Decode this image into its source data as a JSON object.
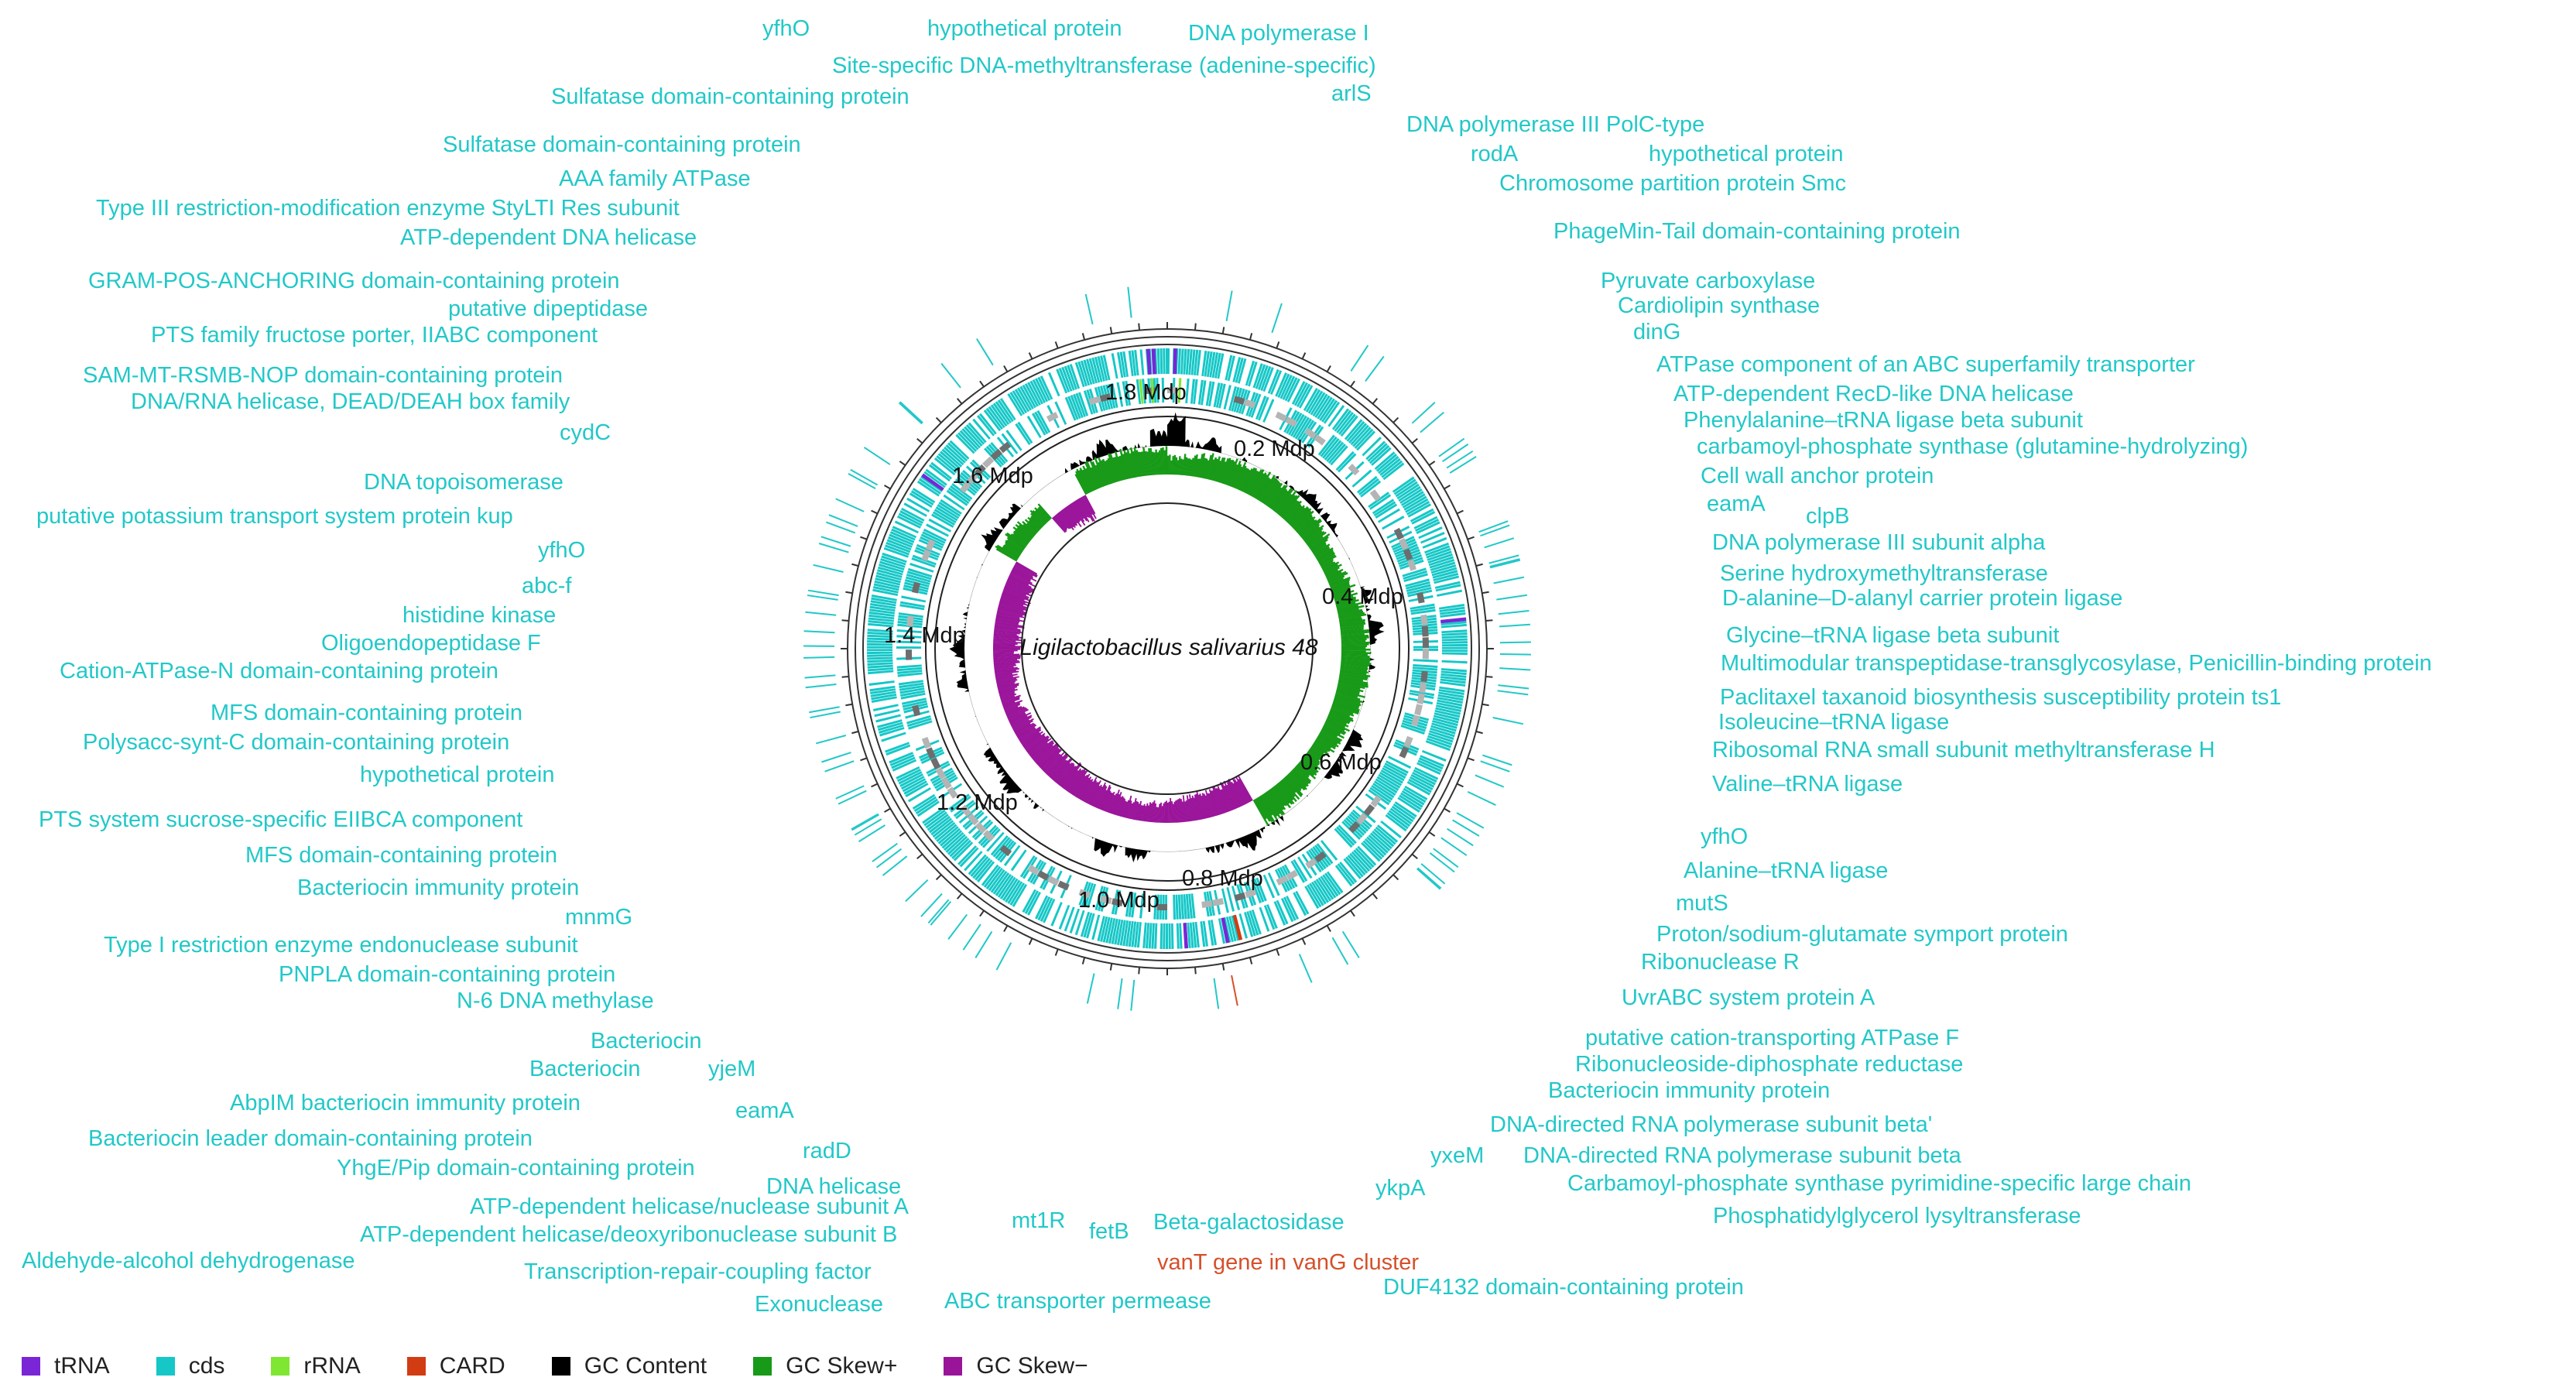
{
  "title": "Ligilactobacillus salivarius 48",
  "colors": {
    "tRNA": "#7a25d6",
    "cds": "#15c7c7",
    "rRNA": "#7fe631",
    "CARD": "#d23c12",
    "gc_content": "#000000",
    "gc_skew_pos": "#179a17",
    "gc_skew_neg": "#9a149a",
    "label_cds": "#22c8c8",
    "label_card": "#d5502a",
    "ring_grey": "#9a9a9a"
  },
  "legend": [
    {
      "label": "tRNA",
      "color": "#7a25d6"
    },
    {
      "label": "cds",
      "color": "#15c7c7"
    },
    {
      "label": "rRNA",
      "color": "#7fe631"
    },
    {
      "label": "CARD",
      "color": "#d23c12"
    },
    {
      "label": "GC Content",
      "color": "#000000"
    },
    {
      "label": "GC Skew+",
      "color": "#179a17"
    },
    {
      "label": "GC Skew−",
      "color": "#9a149a"
    }
  ],
  "axis_ticks": [
    "0.2 Mdp",
    "0.4 Mdp",
    "0.6 Mdp",
    "0.8 Mdp",
    "1.0 Mdp",
    "1.2 Mdp",
    "1.4 Mdp",
    "1.6 Mdp",
    "1.8 Mdp"
  ],
  "genes": [
    {
      "label": "yfhO",
      "type": "cds"
    },
    {
      "label": "hypothetical protein",
      "type": "cds"
    },
    {
      "label": "DNA polymerase I",
      "type": "cds"
    },
    {
      "label": "Site-specific DNA-methyltransferase (adenine-specific)",
      "type": "cds"
    },
    {
      "label": "Sulfatase domain-containing protein",
      "type": "cds"
    },
    {
      "label": "arlS",
      "type": "cds"
    },
    {
      "label": "DNA polymerase III PolC-type",
      "type": "cds"
    },
    {
      "label": "Sulfatase domain-containing protein",
      "type": "cds"
    },
    {
      "label": "rodA",
      "type": "cds"
    },
    {
      "label": "hypothetical protein",
      "type": "cds"
    },
    {
      "label": "AAA family ATPase",
      "type": "cds"
    },
    {
      "label": "Chromosome partition protein Smc",
      "type": "cds"
    },
    {
      "label": "Type III restriction-modification enzyme StyLTI Res subunit",
      "type": "cds"
    },
    {
      "label": "ATP-dependent DNA helicase",
      "type": "cds"
    },
    {
      "label": "PhageMin-Tail domain-containing protein",
      "type": "cds"
    },
    {
      "label": "GRAM-POS-ANCHORING domain-containing protein",
      "type": "cds"
    },
    {
      "label": "Pyruvate carboxylase",
      "type": "cds"
    },
    {
      "label": "putative dipeptidase",
      "type": "cds"
    },
    {
      "label": "Cardiolipin synthase",
      "type": "cds"
    },
    {
      "label": "PTS family fructose porter, IIABC component",
      "type": "cds"
    },
    {
      "label": "dinG",
      "type": "cds"
    },
    {
      "label": "ATPase component of an ABC superfamily transporter",
      "type": "cds"
    },
    {
      "label": "SAM-MT-RSMB-NOP domain-containing protein",
      "type": "cds"
    },
    {
      "label": "ATP-dependent RecD-like DNA helicase",
      "type": "cds"
    },
    {
      "label": "DNA/RNA helicase, DEAD/DEAH box family",
      "type": "cds"
    },
    {
      "label": "Phenylalanine–tRNA ligase beta subunit",
      "type": "cds"
    },
    {
      "label": "cydC",
      "type": "cds"
    },
    {
      "label": "carbamoyl-phosphate synthase (glutamine-hydrolyzing)",
      "type": "cds"
    },
    {
      "label": "Cell wall anchor protein",
      "type": "cds"
    },
    {
      "label": "DNA topoisomerase",
      "type": "cds"
    },
    {
      "label": "eamA",
      "type": "cds"
    },
    {
      "label": "clpB",
      "type": "cds"
    },
    {
      "label": "putative potassium transport system protein kup",
      "type": "cds"
    },
    {
      "label": "DNA polymerase III subunit alpha",
      "type": "cds"
    },
    {
      "label": "yfhO",
      "type": "cds"
    },
    {
      "label": "Serine hydroxymethyltransferase",
      "type": "cds"
    },
    {
      "label": "abc-f",
      "type": "cds"
    },
    {
      "label": "D-alanine–D-alanyl carrier protein ligase",
      "type": "cds"
    },
    {
      "label": "histidine kinase",
      "type": "cds"
    },
    {
      "label": "Glycine–tRNA ligase beta subunit",
      "type": "cds"
    },
    {
      "label": "Oligoendopeptidase F",
      "type": "cds"
    },
    {
      "label": "Multimodular transpeptidase-transglycosylase, Penicillin-binding protein",
      "type": "cds"
    },
    {
      "label": "Cation-ATPase-N domain-containing protein",
      "type": "cds"
    },
    {
      "label": "Paclitaxel taxanoid biosynthesis susceptibility protein ts1",
      "type": "cds"
    },
    {
      "label": "MFS domain-containing protein",
      "type": "cds"
    },
    {
      "label": "Isoleucine–tRNA ligase",
      "type": "cds"
    },
    {
      "label": "Polysacc-synt-C domain-containing protein",
      "type": "cds"
    },
    {
      "label": "Ribosomal RNA small subunit methyltransferase H",
      "type": "cds"
    },
    {
      "label": "hypothetical protein",
      "type": "cds"
    },
    {
      "label": "Valine–tRNA ligase",
      "type": "cds"
    },
    {
      "label": "PTS system sucrose-specific EIIBCA component",
      "type": "cds"
    },
    {
      "label": "yfhO",
      "type": "cds"
    },
    {
      "label": "MFS domain-containing protein",
      "type": "cds"
    },
    {
      "label": "Alanine–tRNA ligase",
      "type": "cds"
    },
    {
      "label": "Bacteriocin immunity protein",
      "type": "cds"
    },
    {
      "label": "mutS",
      "type": "cds"
    },
    {
      "label": "mnmG",
      "type": "cds"
    },
    {
      "label": "Proton/sodium-glutamate symport protein",
      "type": "cds"
    },
    {
      "label": "Type I restriction enzyme endonuclease subunit",
      "type": "cds"
    },
    {
      "label": "Ribonuclease R",
      "type": "cds"
    },
    {
      "label": "PNPLA domain-containing protein",
      "type": "cds"
    },
    {
      "label": "N-6 DNA methylase",
      "type": "cds"
    },
    {
      "label": "UvrABC system protein A",
      "type": "cds"
    },
    {
      "label": "Bacteriocin",
      "type": "cds"
    },
    {
      "label": "putative cation-transporting ATPase F",
      "type": "cds"
    },
    {
      "label": "Bacteriocin",
      "type": "cds"
    },
    {
      "label": "Ribonucleoside-diphosphate reductase",
      "type": "cds"
    },
    {
      "label": "yjeM",
      "type": "cds"
    },
    {
      "label": "Bacteriocin immunity protein",
      "type": "cds"
    },
    {
      "label": "AbpIM bacteriocin immunity protein",
      "type": "cds"
    },
    {
      "label": "eamA",
      "type": "cds"
    },
    {
      "label": "DNA-directed RNA polymerase subunit beta'",
      "type": "cds"
    },
    {
      "label": "Bacteriocin leader domain-containing protein",
      "type": "cds"
    },
    {
      "label": "yxeM",
      "type": "cds"
    },
    {
      "label": "DNA-directed RNA polymerase subunit beta",
      "type": "cds"
    },
    {
      "label": "radD",
      "type": "cds"
    },
    {
      "label": "YhgE/Pip domain-containing protein",
      "type": "cds"
    },
    {
      "label": "Carbamoyl-phosphate synthase pyrimidine-specific large chain",
      "type": "cds"
    },
    {
      "label": "DNA helicase",
      "type": "cds"
    },
    {
      "label": "ykpA",
      "type": "cds"
    },
    {
      "label": "ATP-dependent helicase/nuclease subunit A",
      "type": "cds"
    },
    {
      "label": "Phosphatidylglycerol lysyltransferase",
      "type": "cds"
    },
    {
      "label": "ATP-dependent helicase/deoxyribonuclease subunit B",
      "type": "cds"
    },
    {
      "label": "mt1R",
      "type": "cds"
    },
    {
      "label": "Beta-galactosidase",
      "type": "cds"
    },
    {
      "label": "fetB",
      "type": "cds"
    },
    {
      "label": "Aldehyde-alcohol dehydrogenase",
      "type": "cds"
    },
    {
      "label": "vanT gene in vanG cluster",
      "type": "CARD"
    },
    {
      "label": "Transcription-repair-coupling factor",
      "type": "cds"
    },
    {
      "label": "DUF4132 domain-containing protein",
      "type": "cds"
    },
    {
      "label": "Exonuclease",
      "type": "cds"
    },
    {
      "label": "ABC transporter permease",
      "type": "cds"
    }
  ]
}
